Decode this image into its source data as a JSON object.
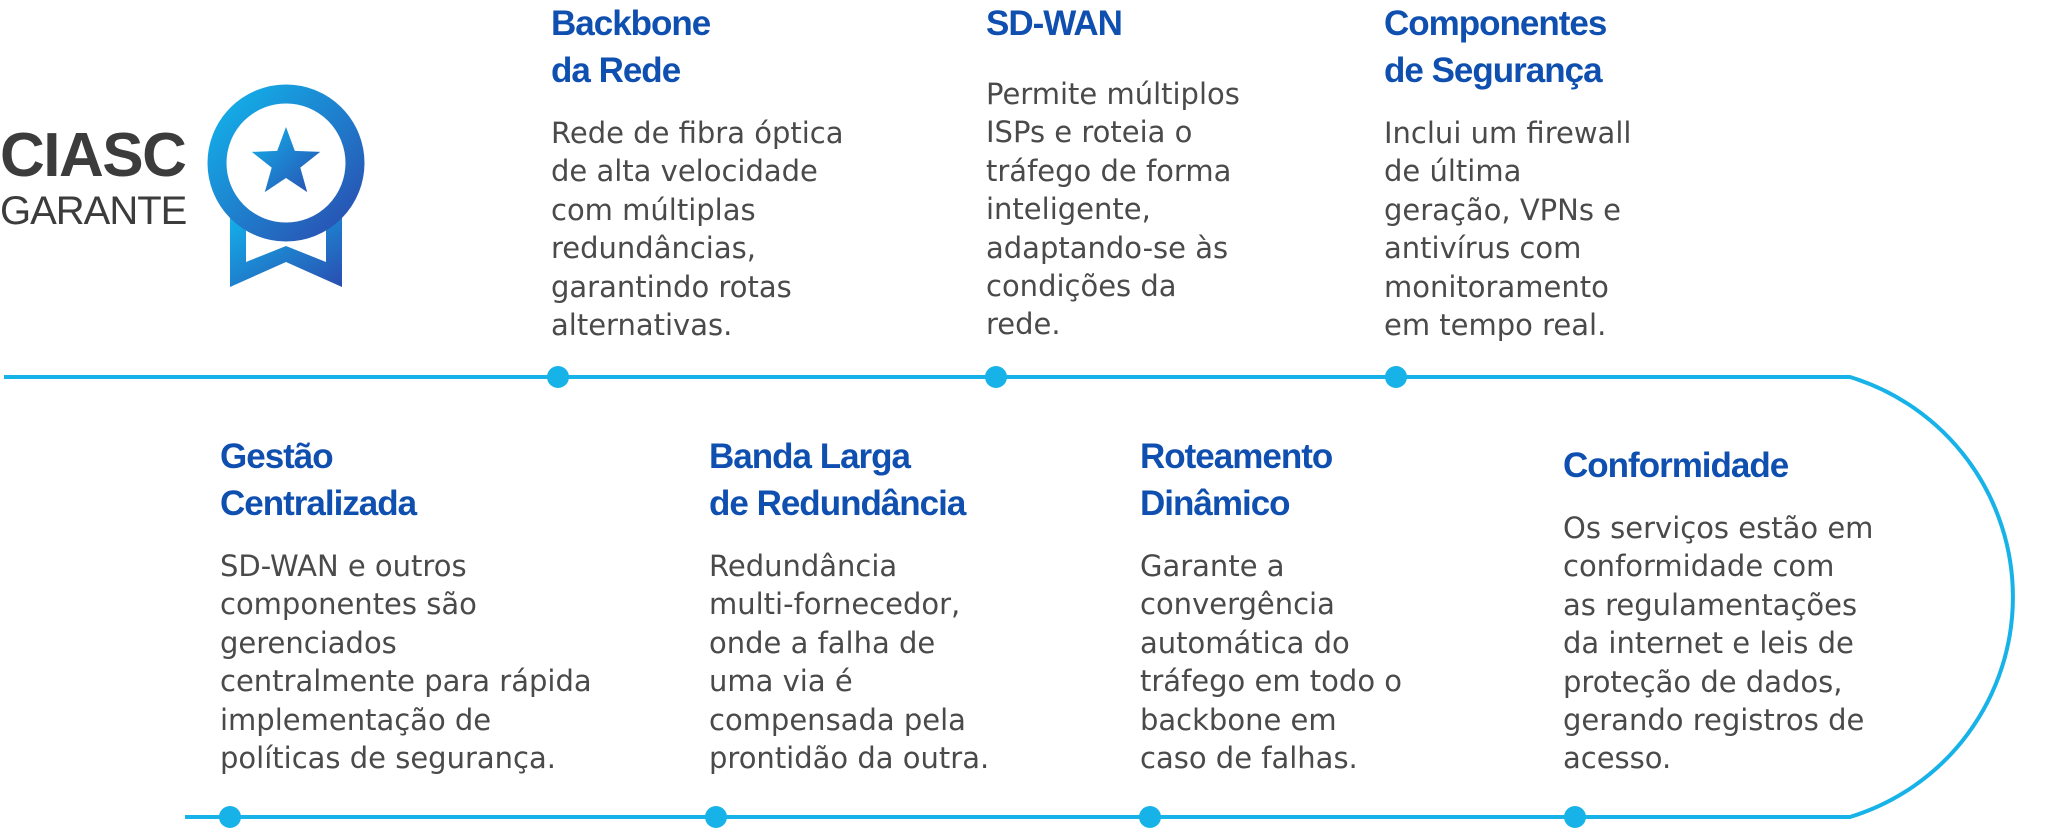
{
  "brand": {
    "name": "CIASC",
    "tagline": "GARANTE",
    "badge_icon": "award-ribbon-star-icon"
  },
  "colors": {
    "title": "#0f4fb0",
    "body_text": "#4a4a4a",
    "timeline": "#17b2e8",
    "badge_gradient_start": "#12b3eb",
    "badge_gradient_end": "#2a4db0",
    "brand_text": "#3c3c3c"
  },
  "features": [
    {
      "title": "Backbone\nda Rede",
      "text": "Rede de fibra óptica\nde alta velocidade\ncom múltiplas\nredundâncias,\ngarantindo rotas\nalternativas."
    },
    {
      "title": "SD-WAN",
      "text": "Permite múltiplos\nISPs e roteia o\ntráfego de forma\ninteligente,\nadaptando-se às\ncondições da\nrede."
    },
    {
      "title": "Componentes\nde Segurança",
      "text": "Inclui um firewall\nde última\ngeração, VPNs e\nantivírus com\nmonitoramento\nem tempo real."
    },
    {
      "title": "Gestão\nCentralizada",
      "text": "SD-WAN e outros\ncomponentes são\ngerenciados\ncentralmente para rápida\nimplementação de\npolíticas de segurança."
    },
    {
      "title": "Banda Larga\nde Redundância",
      "text": "Redundância\nmulti-fornecedor,\nonde a falha de\numa via é\ncompensada pela\nprontidão da outra."
    },
    {
      "title": "Roteamento\nDinâmico",
      "text": "Garante a\nconvergência\nautomática do\ntráfego em todo o\nbackbone em\ncaso de falhas."
    },
    {
      "title": "Conformidade",
      "text": "Os serviços estão em\nconformidade com\nas regulamentações\nda internet e leis de\nproteção de dados,\ngerando registros de\nacesso."
    }
  ]
}
